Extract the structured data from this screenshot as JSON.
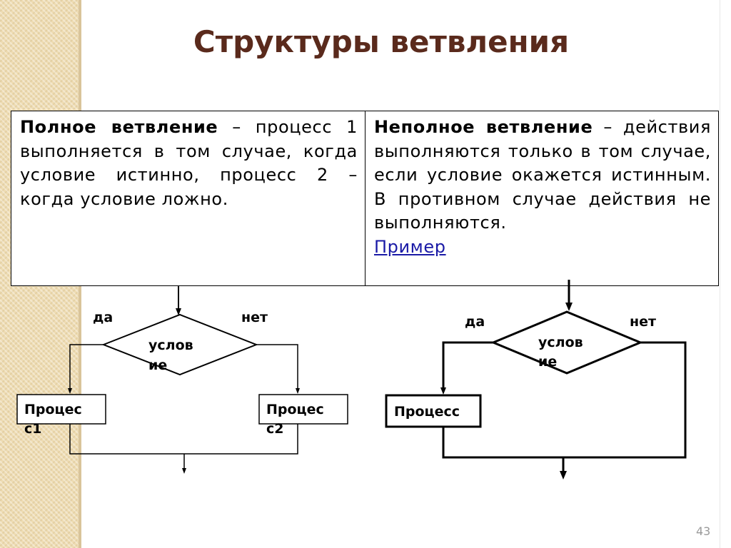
{
  "slide": {
    "title": "Структуры ветвления",
    "page_number": "43"
  },
  "table": {
    "full": {
      "term": "Полное ветвление",
      "definition": " – процесс 1 выполняется в том случае, когда условие истинно, процесс 2 – когда условие ложно."
    },
    "partial": {
      "term": "Неполное ветвление",
      "definition": " – действия выполняются только в том случае, если условие окажется истинным. В противном случае действия не выполняются.",
      "link_label": "Пример "
    }
  },
  "diagram_full": {
    "yes_label": "да",
    "no_label": "нет",
    "condition_line1": "услов",
    "condition_line2": "ие",
    "process1_line1": "Процес",
    "process1_line2": "с1",
    "process2_line1": "Процес",
    "process2_line2": "с2"
  },
  "diagram_partial": {
    "yes_label": "да",
    "no_label": "нет",
    "condition_line1": "услов",
    "condition_line2": "ие",
    "process_label": "Процесс"
  }
}
